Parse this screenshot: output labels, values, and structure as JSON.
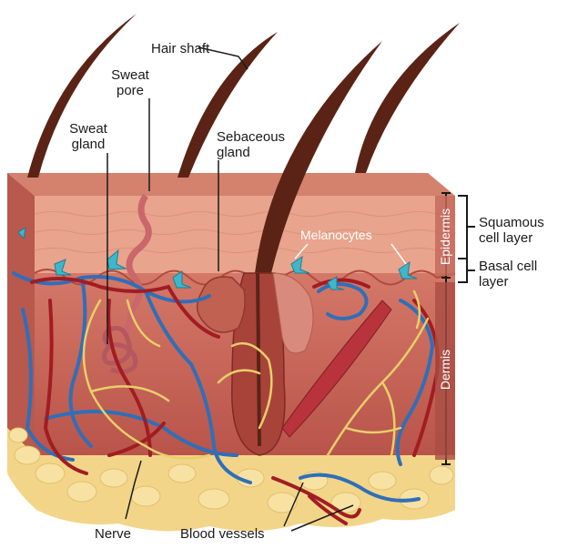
{
  "diagram": {
    "labels": {
      "hair_shaft": "Hair shaft",
      "sweat_pore_1": "Sweat",
      "sweat_pore_2": "pore",
      "sweat_gland_1": "Sweat",
      "sweat_gland_2": "gland",
      "sebaceous_gland_1": "Sebaceous",
      "sebaceous_gland_2": "gland",
      "melanocytes": "Melanocytes",
      "squamous_1": "Squamous",
      "squamous_2": "cell layer",
      "basal_1": "Basal cell",
      "basal_2": "layer",
      "epidermis": "Epidermis",
      "dermis": "Dermis",
      "nerve": "Nerve",
      "blood_vessels": "Blood vessels"
    },
    "colors": {
      "skin_top": "#d98a72",
      "epidermis": "#e9a98f",
      "dermis": "#c95f52",
      "fat": "#f5d98a",
      "hair": "#5a2316",
      "vein": "#2f6fb8",
      "artery": "#a11d22",
      "nerve": "#e8cf6a",
      "melanocyte": "#3fb6c9"
    }
  }
}
